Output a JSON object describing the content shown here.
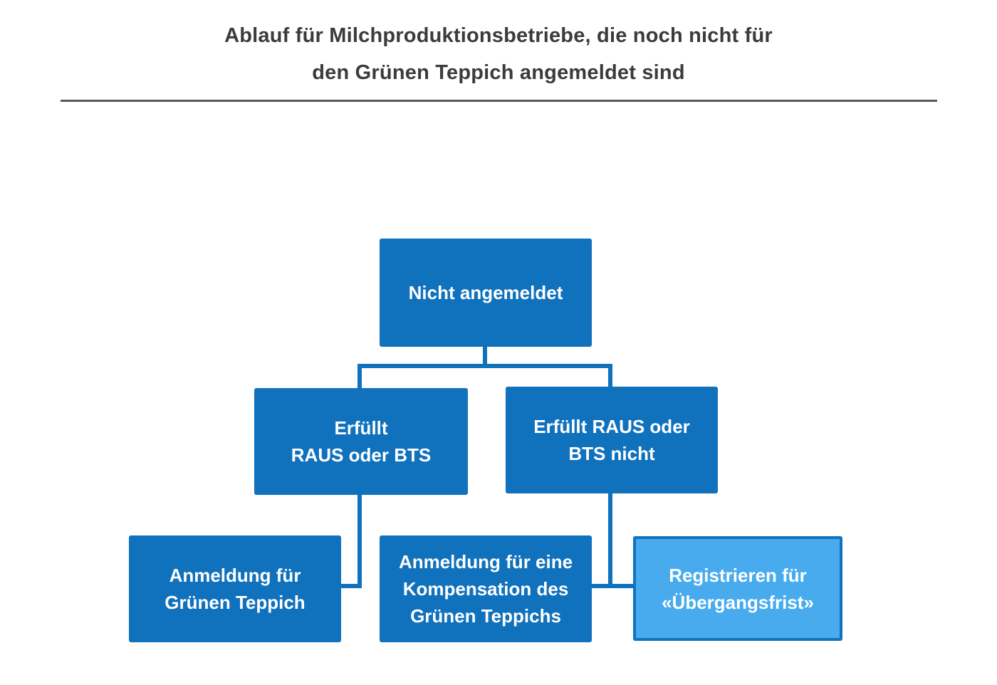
{
  "title": {
    "line1": "Ablauf für Milchproduktionsbetriebe, die noch nicht für",
    "line2": "den Grünen Teppich angemeldet sind"
  },
  "colors": {
    "page_bg": "#ffffff",
    "title_text": "#3b3b3b",
    "divider": "#595959",
    "box_fill": "#1071bc",
    "box_fill_light": "#47abee",
    "box_border": "#1173bd",
    "connector": "#1071bc",
    "box_text": "#ffffff"
  },
  "flowchart": {
    "nodes": [
      {
        "id": "nicht-angemeldet",
        "level": 1,
        "style": "dark",
        "lines": [
          "Nicht angemeldet"
        ]
      },
      {
        "id": "erfuellt-raus-oder-bts",
        "level": 2,
        "style": "dark",
        "lines": [
          "Erfüllt",
          "RAUS oder BTS"
        ]
      },
      {
        "id": "erfuellt-raus-oder-bts-nicht",
        "level": 2,
        "style": "dark",
        "lines": [
          "Erfüllt RAUS oder",
          "BTS nicht"
        ]
      },
      {
        "id": "anmeldung-gruenen-teppich",
        "level": 3,
        "style": "dark",
        "lines": [
          "Anmeldung für",
          "Grünen Teppich"
        ]
      },
      {
        "id": "anmeldung-kompensation",
        "level": 3,
        "style": "dark",
        "lines": [
          "Anmeldung für eine",
          "Kompensation des",
          "Grünen Teppichs"
        ]
      },
      {
        "id": "registrieren-uebergangsfrist",
        "level": 3,
        "style": "light",
        "lines": [
          "Registrieren für",
          "«Übergangsfrist»"
        ]
      }
    ],
    "edges": [
      {
        "from": "nicht-angemeldet",
        "to": "erfuellt-raus-oder-bts"
      },
      {
        "from": "nicht-angemeldet",
        "to": "erfuellt-raus-oder-bts-nicht"
      },
      {
        "from": "erfuellt-raus-oder-bts",
        "to": "anmeldung-gruenen-teppich"
      },
      {
        "from": "erfuellt-raus-oder-bts-nicht",
        "to": "anmeldung-kompensation"
      },
      {
        "from": "erfuellt-raus-oder-bts-nicht",
        "to": "registrieren-uebergangsfrist"
      }
    ]
  }
}
